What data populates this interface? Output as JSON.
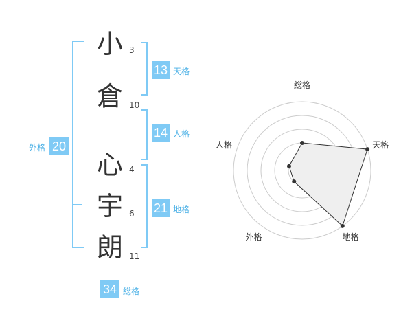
{
  "name": {
    "chars": [
      {
        "char": "小",
        "strokes": "3"
      },
      {
        "char": "倉",
        "strokes": "10"
      },
      {
        "char": "心",
        "strokes": "4"
      },
      {
        "char": "宇",
        "strokes": "6"
      },
      {
        "char": "朗",
        "strokes": "11"
      }
    ]
  },
  "kaku": {
    "tenkaku": {
      "value": "13",
      "label": "天格"
    },
    "jinkaku": {
      "value": "14",
      "label": "人格"
    },
    "chikaku": {
      "value": "21",
      "label": "地格"
    },
    "gaikaku": {
      "value": "20",
      "label": "外格"
    },
    "soukaku": {
      "value": "34",
      "label": "総格"
    }
  },
  "radar": {
    "axes": [
      "総格",
      "天格",
      "地格",
      "外格",
      "人格"
    ],
    "levels": 5,
    "max": 5,
    "values": [
      2,
      5,
      5,
      1,
      1
    ]
  },
  "colors": {
    "accent": "#7fcaf5",
    "bracket": "#7fcaf5",
    "grid": "#cccccc",
    "polygon_fill": "#efefef",
    "polygon_stroke": "#333333"
  }
}
